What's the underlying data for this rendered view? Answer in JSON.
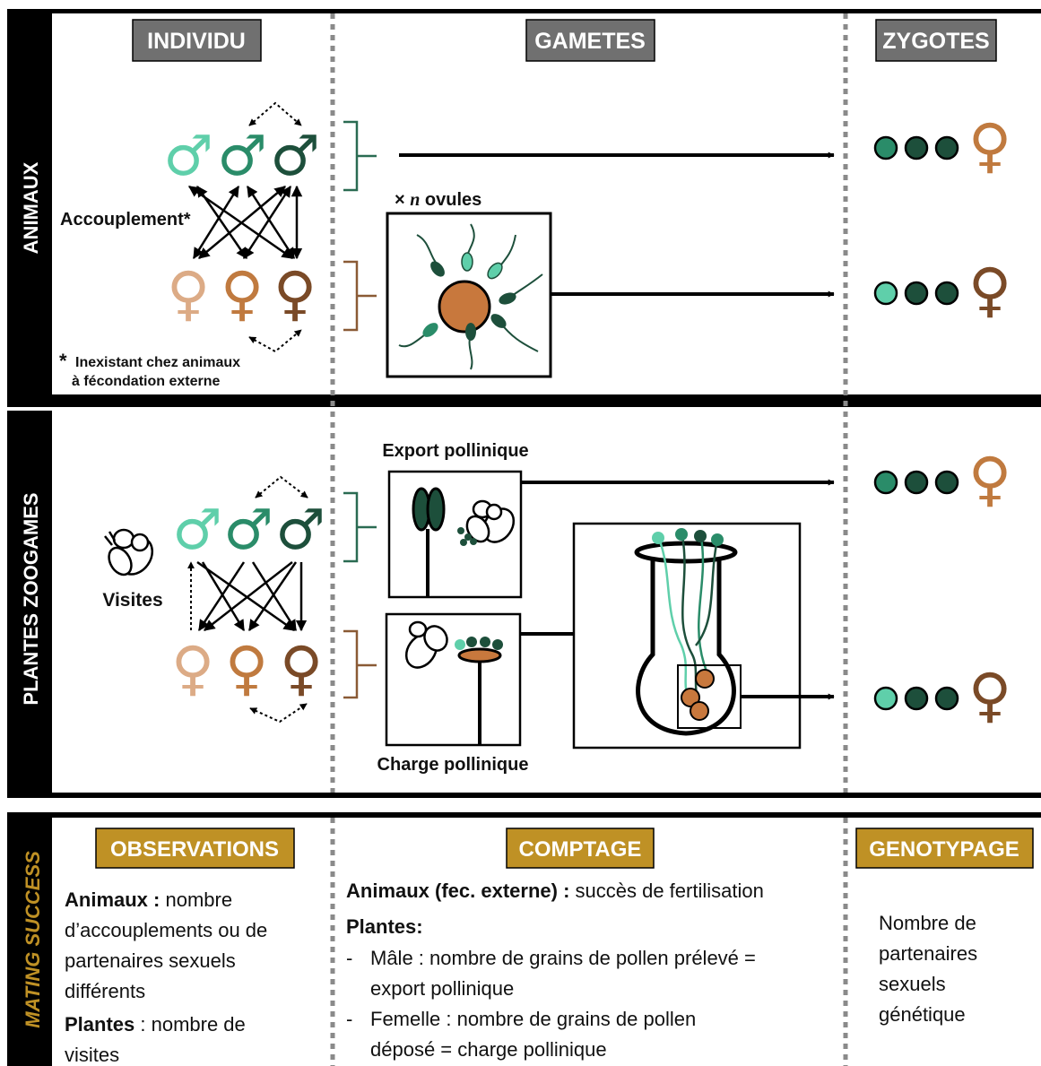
{
  "columns": {
    "individu": "INDIVIDU",
    "gametes": "GAMETES",
    "zygotes": "ZYGOTES"
  },
  "animals": {
    "side_label": "ANIMAUX",
    "mating_label": "Accouplement*",
    "ovules_label_prefix": "× ",
    "ovules_label_n": "n",
    "ovules_label_suffix": " ovules",
    "footnote_star": "*",
    "footnote_line1": "Inexistant chez animaux",
    "footnote_line2": "à fécondation externe"
  },
  "plants": {
    "side_label": "PLANTES ZOOGAMES",
    "visits_label": "Visites",
    "export_label": "Export pollinique",
    "charge_label": "Charge pollinique"
  },
  "mating": {
    "side_label": "MATING SUCCESS",
    "observations_header": "OBSERVATIONS",
    "comptage_header": "COMPTAGE",
    "genotypage_header": "GENOTYPAGE",
    "obs_line1_bold": "Animaux :",
    "obs_line1_rest": " nombre",
    "obs_line2": "d’accouplements ou de",
    "obs_line3": "partenaires sexuels",
    "obs_line4": "différents",
    "obs_line5_bold": "Plantes",
    "obs_line5_rest": " : nombre de",
    "obs_line6": "visites",
    "cpt_line1_bold": "Animaux (fec. externe) :",
    "cpt_line1_rest": " succès de fertilisation",
    "cpt_line2_bold": "Plantes:",
    "cpt_dash": "-",
    "cpt_line3": "Mâle : nombre de grains de pollen prélevé =",
    "cpt_line4": "export pollinique",
    "cpt_line5": "Femelle : nombre de grains de pollen",
    "cpt_line6": "déposé = charge pollinique",
    "gen_line1": "Nombre de",
    "gen_line2": "partenaires",
    "gen_line3": "sexuels",
    "gen_line4": "génétique"
  },
  "symbols": {
    "male": "♂",
    "female": "♀"
  },
  "colors": {
    "male_light": "#5fcfaa",
    "male_mid": "#2a8c69",
    "male_dark": "#1d4f3b",
    "female_light": "#dcab86",
    "female_mid": "#c07a3f",
    "female_dark": "#7a4a27",
    "egg": "#c8783d",
    "header_gray": "#707070",
    "header_gold": "#bf9125",
    "black": "#000000"
  }
}
